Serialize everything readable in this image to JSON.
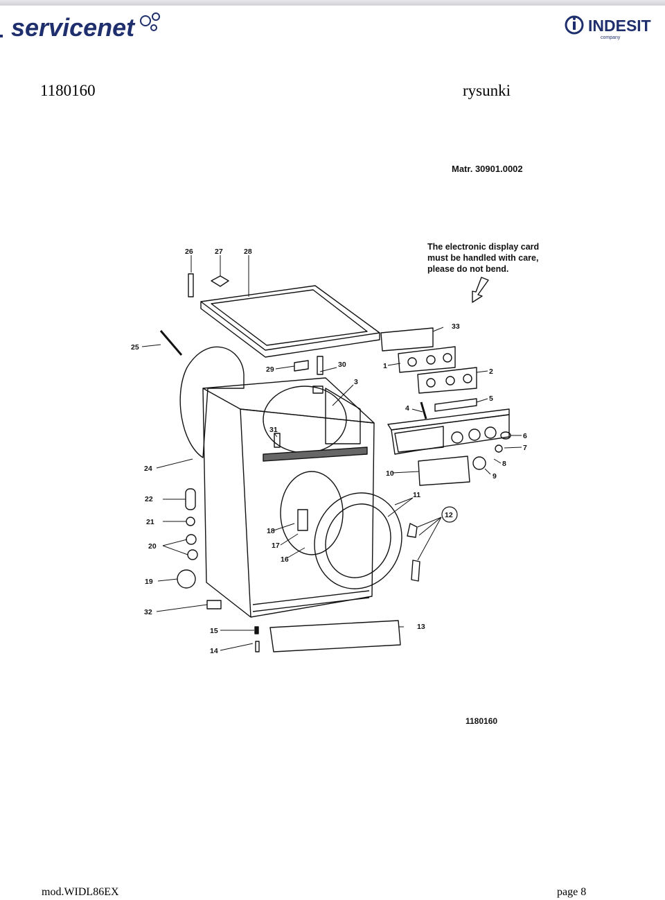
{
  "header": {
    "brand_left": "servicenet",
    "brand_right": "INDESIT",
    "brand_right_sub": "company",
    "doc_id": "1180160",
    "section": "rysunki"
  },
  "drawing": {
    "serial": "Matr. 30901.0002",
    "note_line1": "The electronic display card",
    "note_line2": "must be handled with care,",
    "note_line3": "please do not bend.",
    "drawing_number": "1180160",
    "callouts": {
      "c1": "1",
      "c2": "2",
      "c3": "3",
      "c4": "4",
      "c5": "5",
      "c6": "6",
      "c7": "7",
      "c8": "8",
      "c9": "9",
      "c10": "10",
      "c11": "11",
      "c12": "12",
      "c13": "13",
      "c14": "14",
      "c15": "15",
      "c16": "16",
      "c17": "17",
      "c18": "18",
      "c19": "19",
      "c20": "20",
      "c21": "21",
      "c22": "22",
      "c24": "24",
      "c25": "25",
      "c26": "26",
      "c27": "27",
      "c28": "28",
      "c29": "29",
      "c30": "30",
      "c31": "31",
      "c32": "32",
      "c33": "33"
    }
  },
  "footer": {
    "model": "mod.WIDL86EX",
    "page": "page 8"
  },
  "colors": {
    "brand_blue": "#1f2f6e",
    "line": "#111111",
    "header_grey": "#d8d8dc"
  }
}
